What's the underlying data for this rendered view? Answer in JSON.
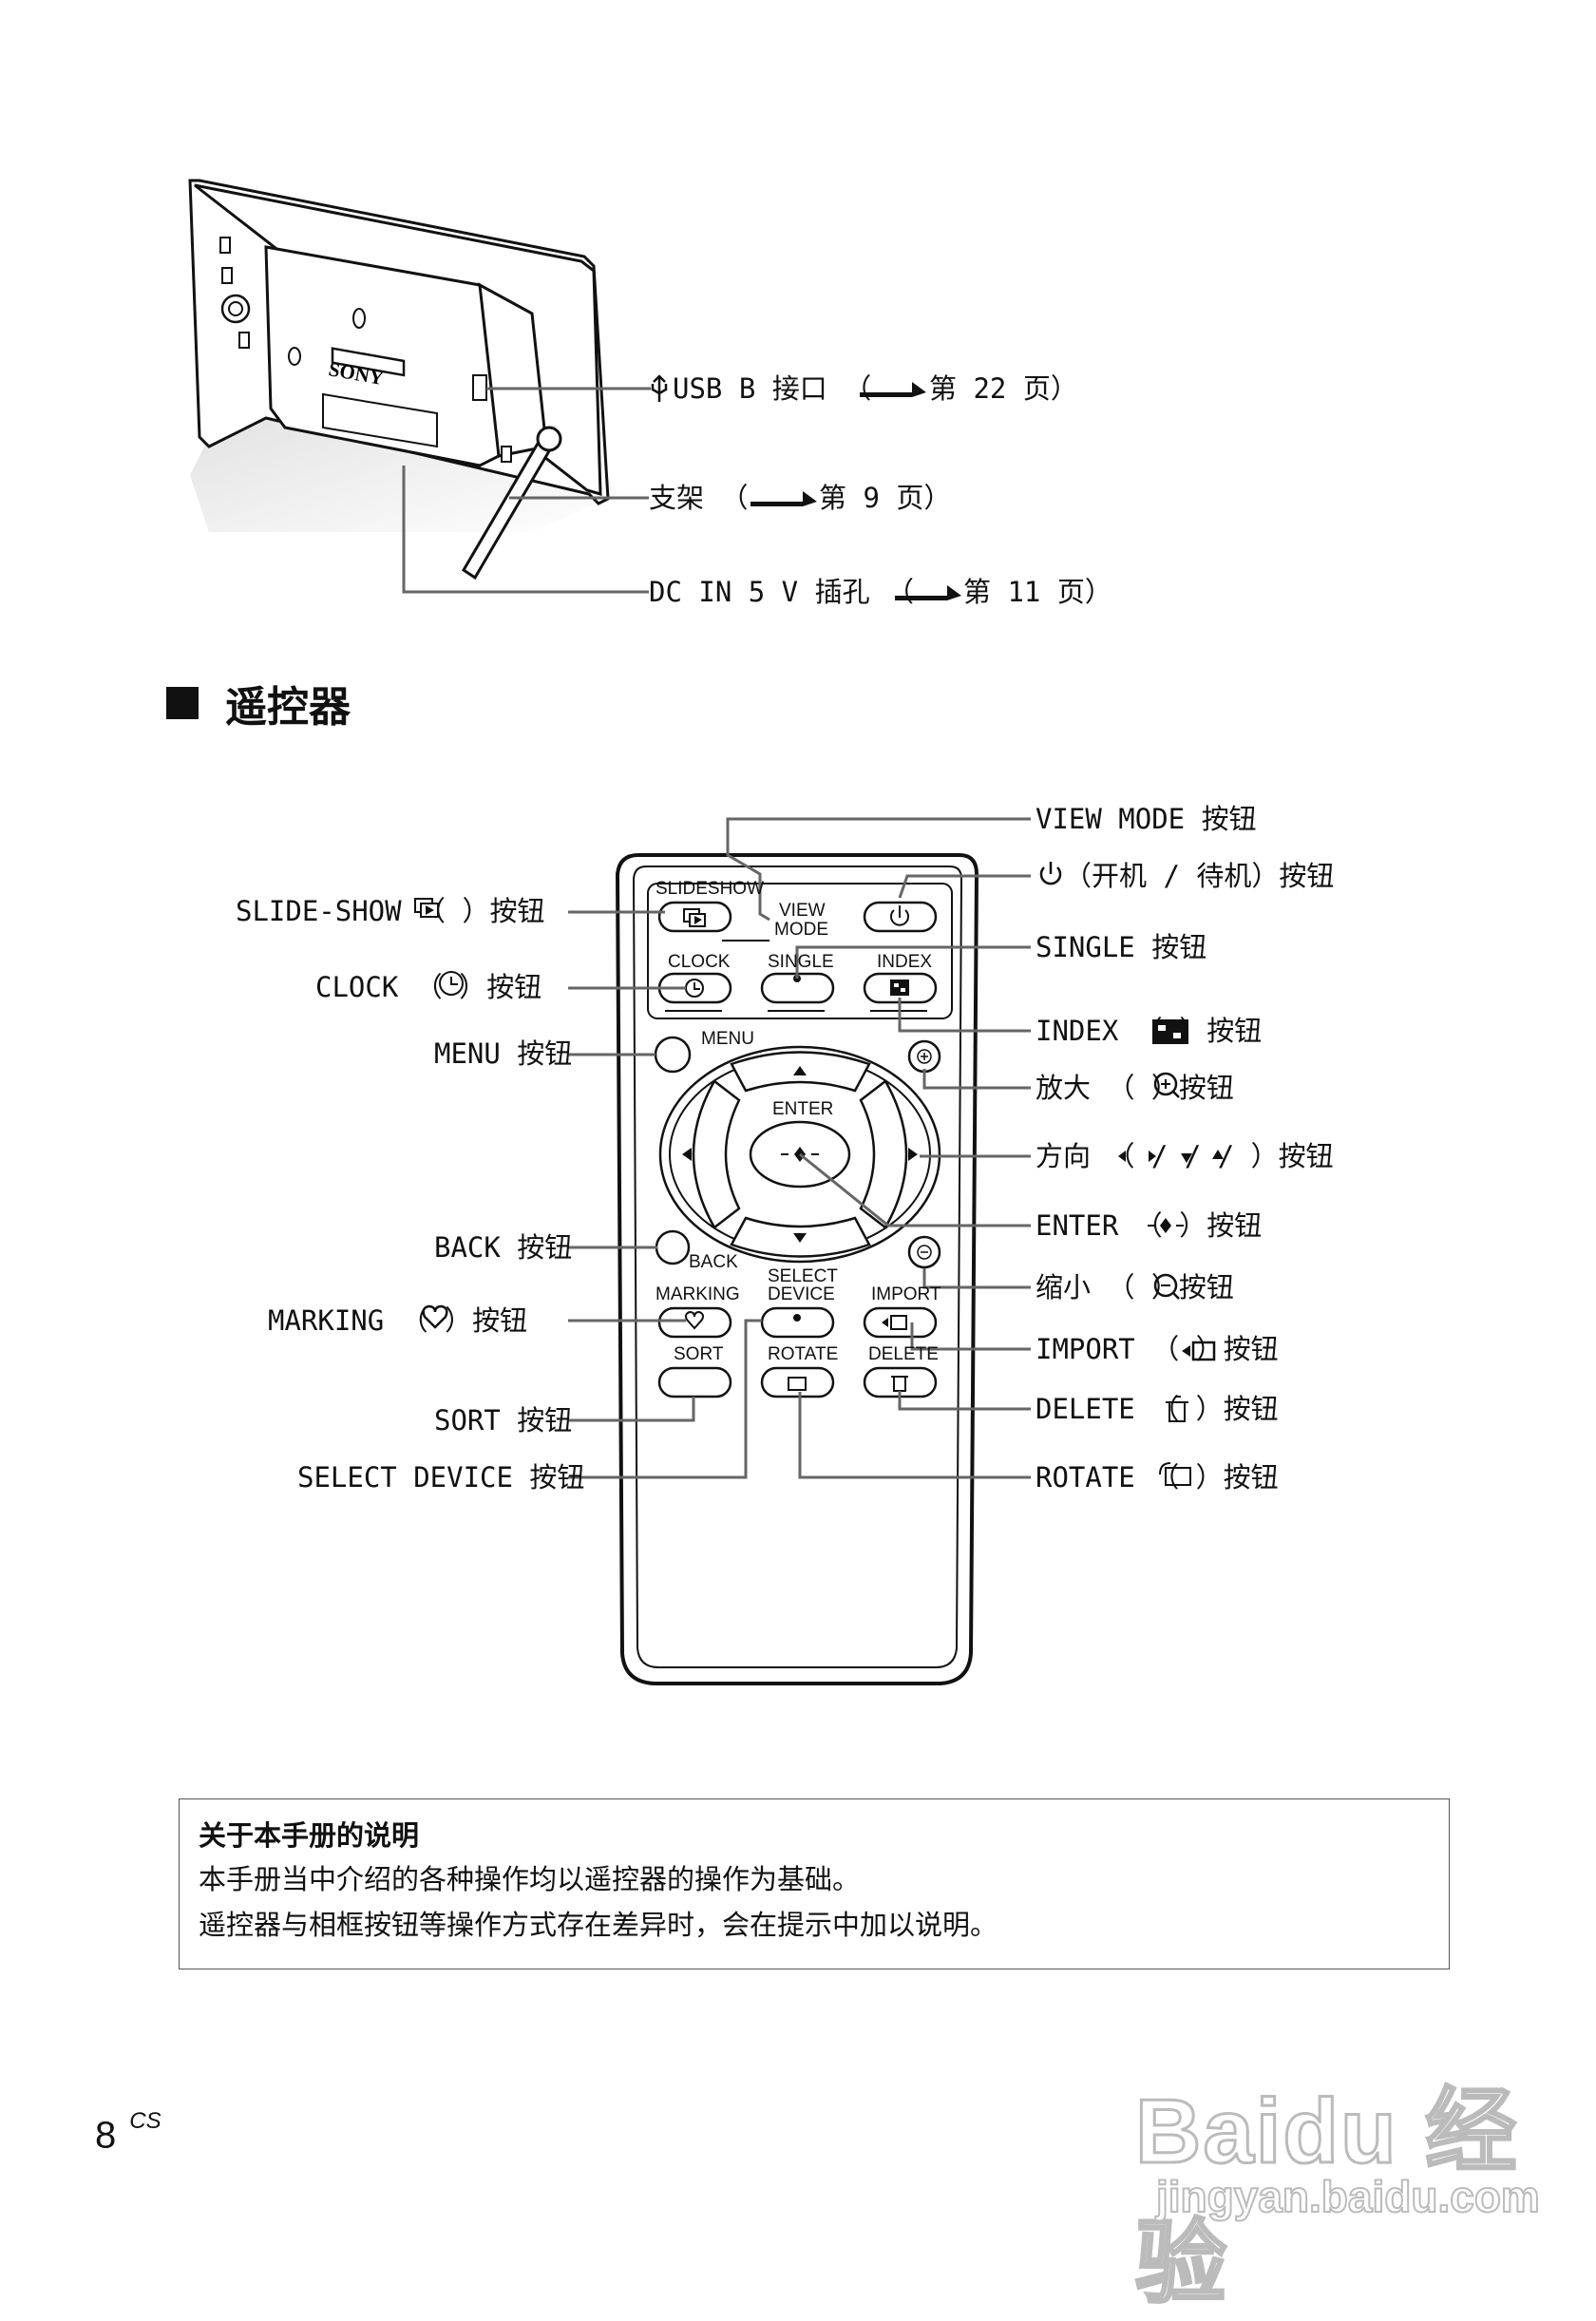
{
  "frame_labels": {
    "usb": "USB B 接口 （",
    "usb_ref": "第 22 页）",
    "stand": "支架 （",
    "stand_ref": "第 9 页）",
    "dcin": "DC IN 5 V 插孔 （",
    "dcin_ref": "第 11 页）"
  },
  "frame_illustration": {
    "brand": "SONY"
  },
  "section": {
    "title": "遥控器"
  },
  "remote_buttons": {
    "slideshow": "SLIDESHOW",
    "view_mode_1": "VIEW",
    "view_mode_2": "MODE",
    "clock": "CLOCK",
    "single": "SINGLE",
    "index": "INDEX",
    "menu": "MENU",
    "enter": "ENTER",
    "back": "BACK",
    "marking": "MARKING",
    "select_1": "SELECT",
    "select_2": "DEVICE",
    "import": "IMPORT",
    "sort": "SORT",
    "rotate": "ROTATE",
    "delete": "DELETE"
  },
  "remote_callouts_left": {
    "slideshow": "SLIDE-SHOW （     ）按钮",
    "clock": "CLOCK （   ）按钮",
    "menu": "MENU 按钮",
    "back": "BACK 按钮",
    "marking": "MARKING （   ）按钮",
    "sort": "SORT 按钮",
    "select_device": "SELECT DEVICE 按钮"
  },
  "remote_callouts_right": {
    "view_mode": "VIEW MODE 按钮",
    "power": "（开机 / 待机）按钮",
    "single": "SINGLE 按钮",
    "index": "INDEX （     ）按钮",
    "zoom_in": "放大 （   ）按钮",
    "direction": "方向 （ / / / ）按钮",
    "enter": "ENTER （   ）按钮",
    "zoom_out": "缩小 （   ）按钮",
    "import": "IMPORT （     ）按钮",
    "delete": "DELETE （   ）按钮",
    "rotate": "ROTATE （     ）按钮"
  },
  "note": {
    "title": "关于本手册的说明",
    "line1": "本手册当中介绍的各种操作均以遥控器的操作为基础。",
    "line2": "遥控器与相框按钮等操作方式存在差异时，会在提示中加以说明。"
  },
  "page": {
    "number": "8",
    "suffix": "CS"
  },
  "watermark": {
    "brand": "Baidu 经验",
    "url": "jingyan.baidu.com"
  }
}
